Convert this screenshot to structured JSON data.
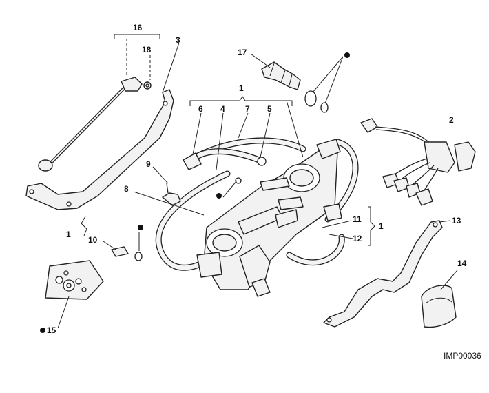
{
  "diagram": {
    "image_code": "IMP00036",
    "callouts": {
      "c1_top": "1",
      "c1_left": "1",
      "c1_right": "1",
      "c2": "2",
      "c3": "3",
      "c4": "4",
      "c5": "5",
      "c6": "6",
      "c7": "7",
      "c8": "8",
      "c9": "9",
      "c10": "10",
      "c11": "11",
      "c12": "12",
      "c13": "13",
      "c14": "14",
      "c15": "15",
      "c16": "16",
      "c17": "17",
      "c18": "18"
    }
  }
}
